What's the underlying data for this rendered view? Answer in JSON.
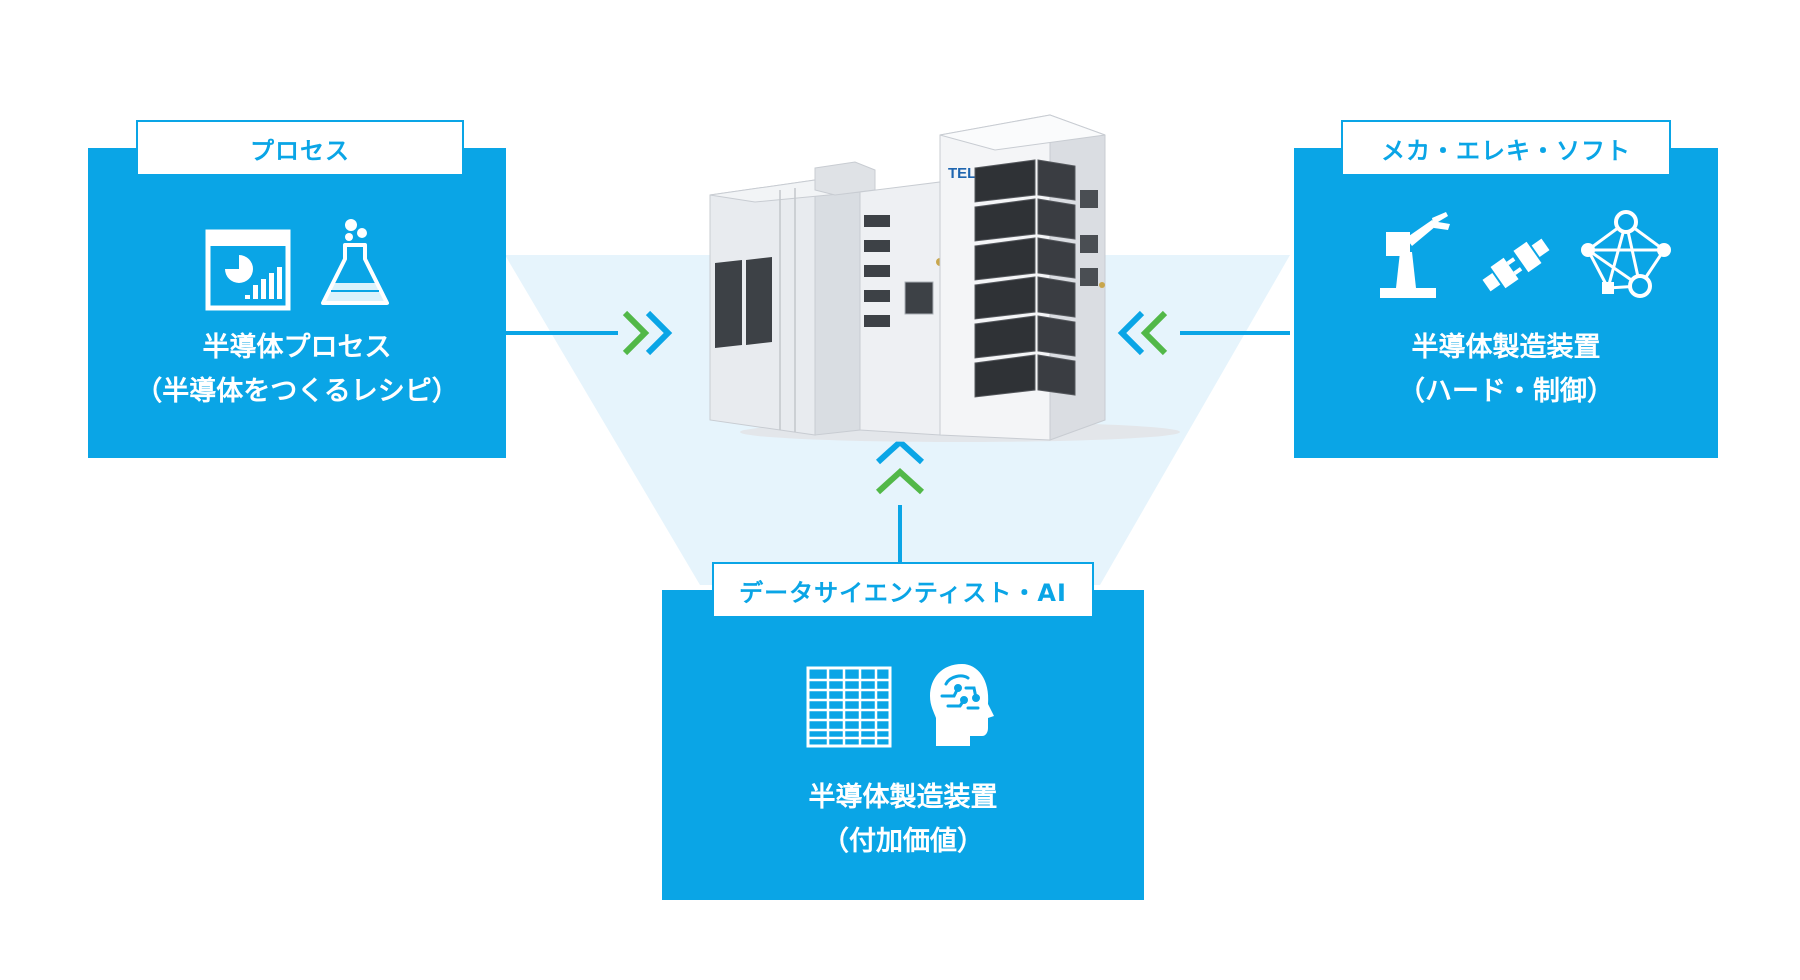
{
  "colors": {
    "primary": "#0aa5e6",
    "accent": "#52b848",
    "tint": "#e6f4fc"
  },
  "center": {
    "illustration": "semiconductor-manufacturing-equipment",
    "logo_text": "TEL"
  },
  "process": {
    "tab": "プロセス",
    "line1": "半導体プロセス",
    "line2": "（半導体をつくるレシピ）",
    "icons": [
      "report-chart-icon",
      "flask-icon"
    ]
  },
  "mecha": {
    "tab": "メカ・エレキ・ソフト",
    "line1": "半導体製造装置",
    "line2": "（ハード・制御）",
    "icons": [
      "robot-arm-icon",
      "plug-connector-icon",
      "network-icon"
    ]
  },
  "data": {
    "tab": "データサイエンティスト・AI",
    "line1": "半導体製造装置",
    "line2": "（付加価値）",
    "icons": [
      "spreadsheet-icon",
      "ai-brain-head-icon"
    ]
  }
}
